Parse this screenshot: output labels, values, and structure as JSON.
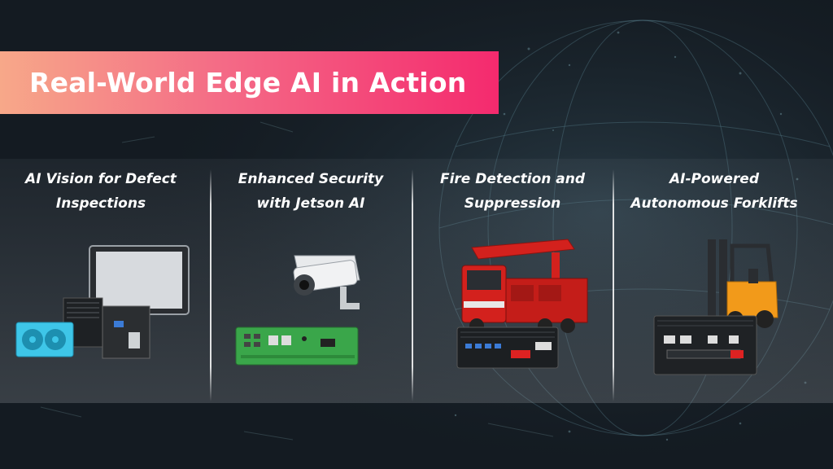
{
  "title": "Real-World Edge AI in Action",
  "columns": [
    {
      "line1": "AI Vision for Defect",
      "line2": "Inspections"
    },
    {
      "line1": "Enhanced Security",
      "line2": "with Jetson AI"
    },
    {
      "line1": "Fire Detection and",
      "line2": "Suppression"
    },
    {
      "line1": "AI-Powered",
      "line2": "Autonomous Forklifts"
    }
  ],
  "colors": {
    "background": "#141b22",
    "banner_start": "#f7a889",
    "banner_end": "#f42a6e",
    "computer_green": "#3aa64a",
    "fire_truck_red": "#d3211d",
    "forklift_orange": "#f29a1a",
    "gpu_blue": "#3ec6e8"
  },
  "icons": [
    "industrial-pc-monitor-icon",
    "gpu-card-icon",
    "security-camera-icon",
    "green-edge-computer-icon",
    "fire-truck-icon",
    "rugged-computer-icon",
    "forklift-icon"
  ]
}
